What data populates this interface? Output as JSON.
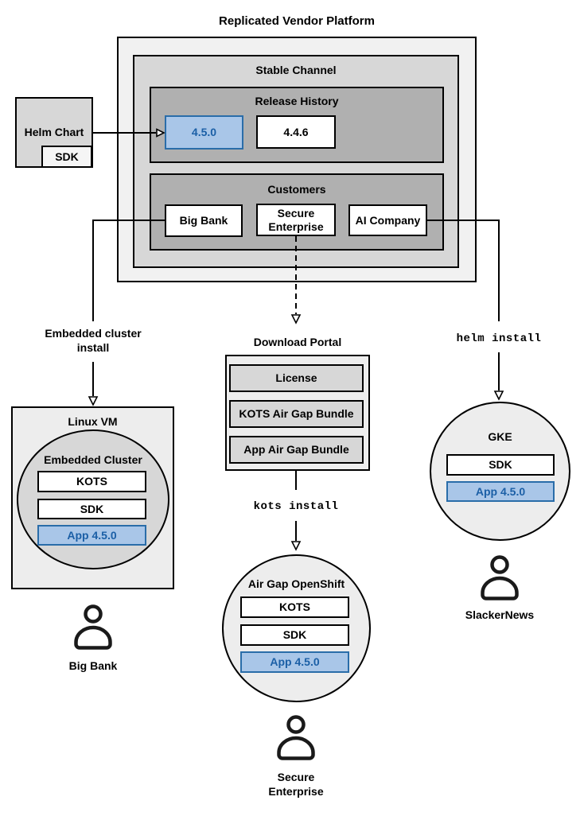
{
  "title": "Replicated Vendor Platform",
  "colors": {
    "highlight_fill": "#a9c6e8",
    "highlight_stroke": "#2a6da9",
    "highlight_text": "#1b5fa6"
  },
  "platform": {
    "stable_channel": {
      "label": "Stable Channel",
      "release_history": {
        "label": "Release History",
        "releases": [
          {
            "version": "4.5.0",
            "highlighted": true
          },
          {
            "version": "4.4.6",
            "highlighted": false
          }
        ]
      },
      "customers": {
        "label": "Customers",
        "items": [
          {
            "name": "Big Bank"
          },
          {
            "name": "Secure Enterprise"
          },
          {
            "name": "AI Company"
          }
        ]
      }
    }
  },
  "helm_chart": {
    "label": "Helm Chart",
    "sdk": "SDK"
  },
  "left_flow": {
    "edge_label": "Embedded cluster install",
    "vm": {
      "label": "Linux VM",
      "cluster": {
        "label": "Embedded Cluster",
        "components": [
          "KOTS",
          "SDK",
          "App 4.5.0"
        ]
      }
    },
    "user": "Big Bank"
  },
  "middle_flow": {
    "portal": {
      "label": "Download Portal",
      "items": [
        "License",
        "KOTS Air Gap Bundle",
        "App Air Gap Bundle"
      ]
    },
    "edge_label": "kots install",
    "cluster": {
      "label": "Air Gap OpenShift",
      "components": [
        "KOTS",
        "SDK",
        "App 4.5.0"
      ]
    },
    "user": "Secure Enterprise"
  },
  "right_flow": {
    "edge_label": "helm install",
    "cluster": {
      "label": "GKE",
      "components": [
        "SDK",
        "App 4.5.0"
      ]
    },
    "user": "SlackerNews"
  }
}
